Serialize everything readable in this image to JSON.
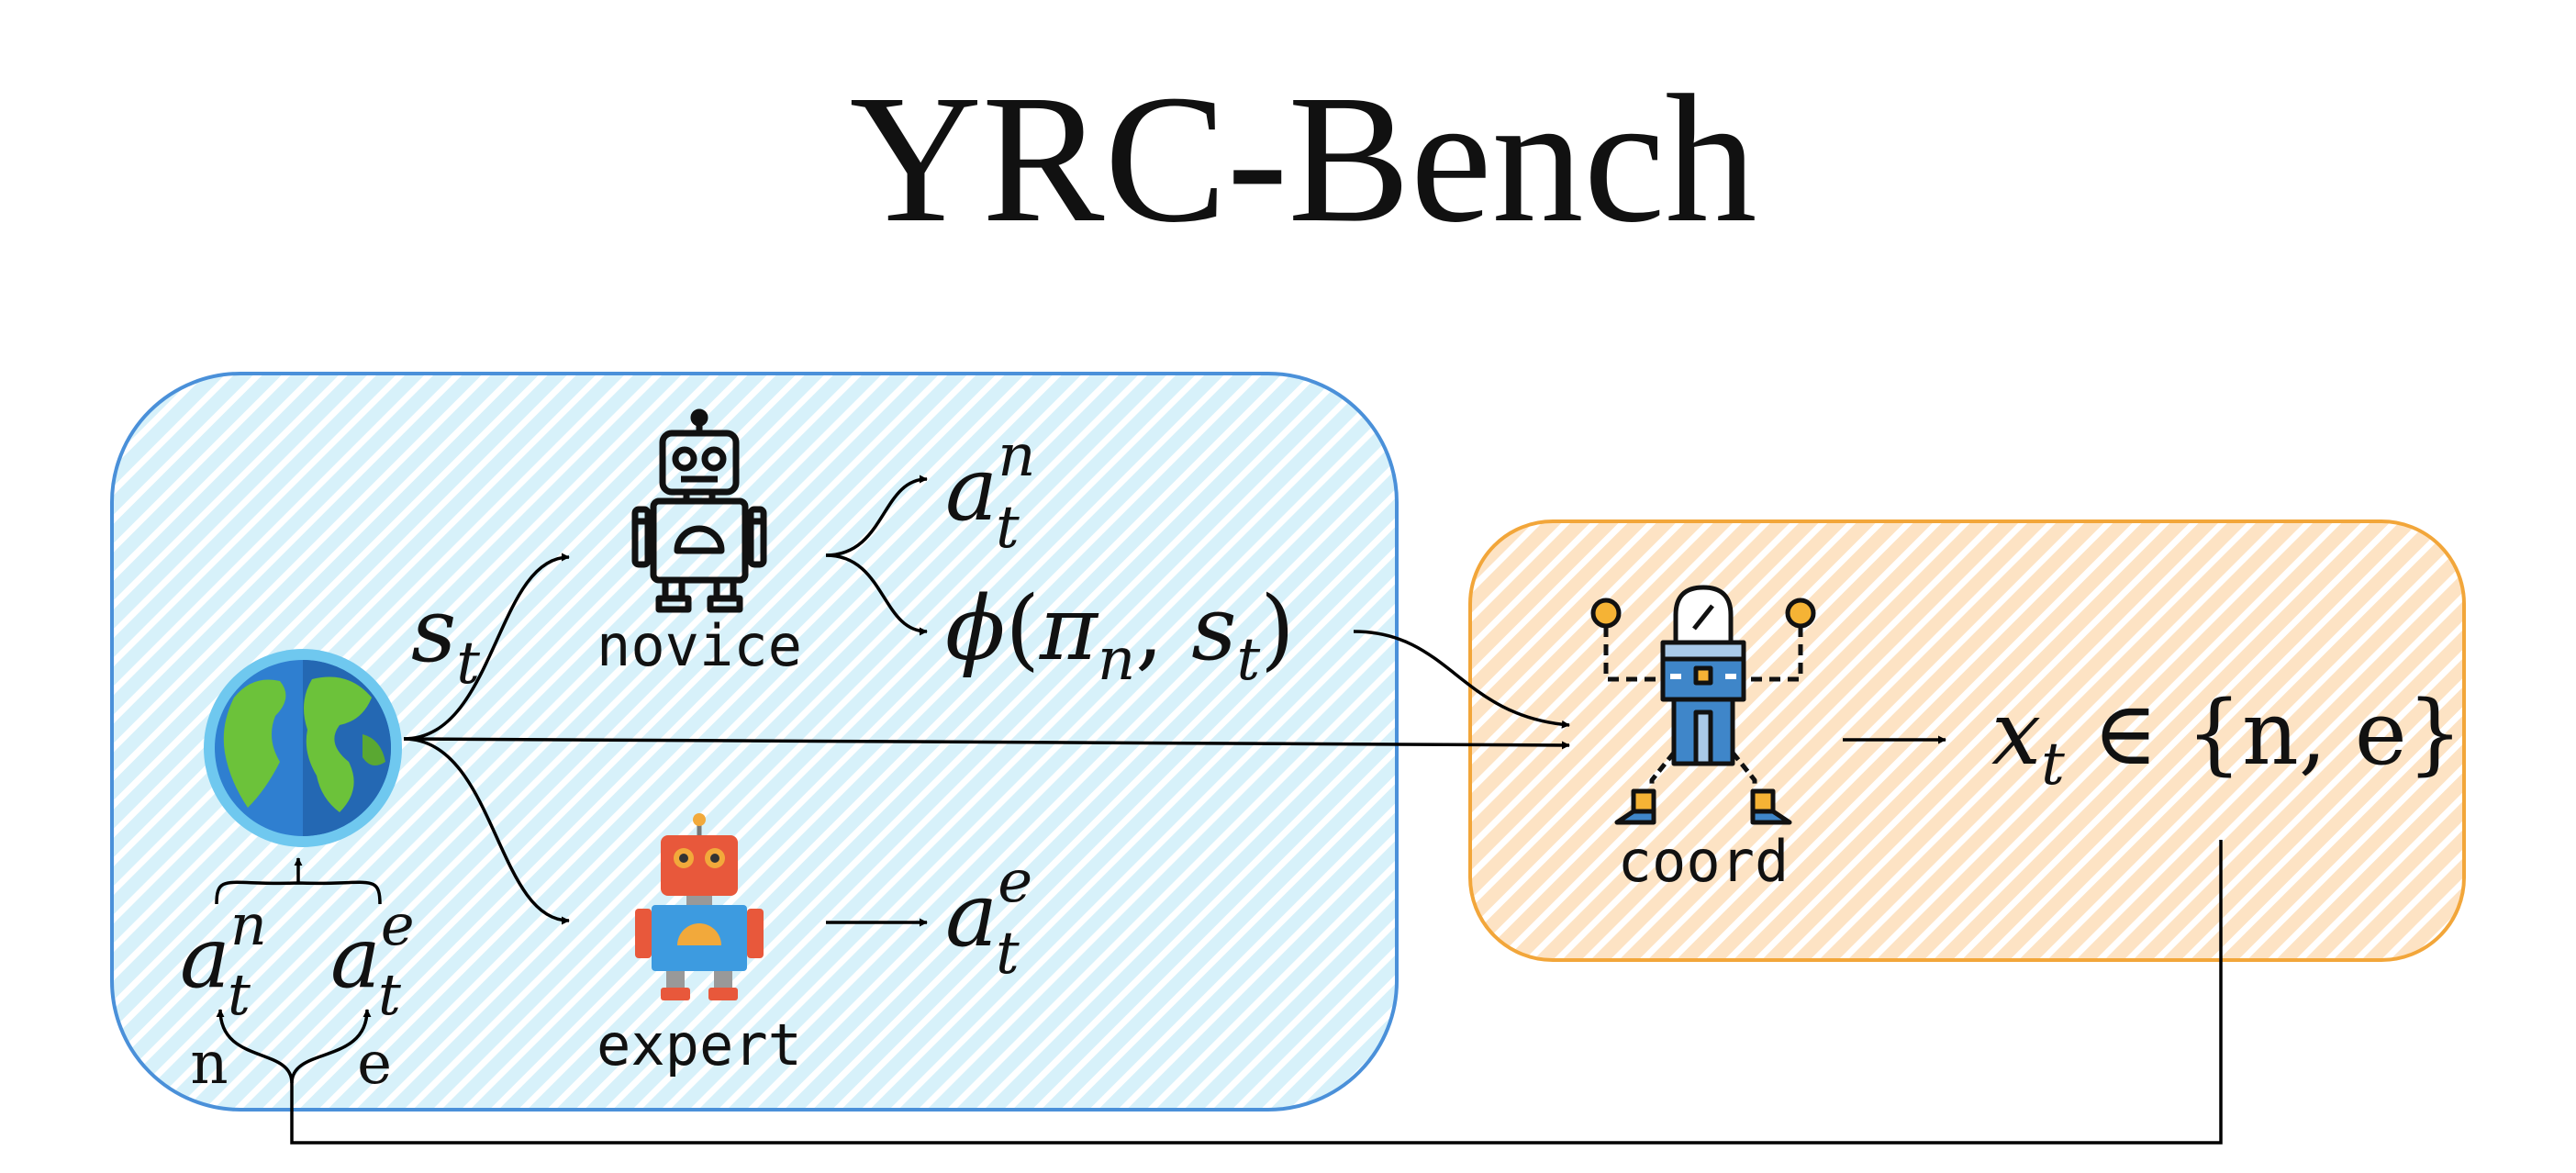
{
  "title": "YRC-Bench",
  "labels": {
    "novice": "novice",
    "expert": "expert",
    "coord": "coord",
    "n": "n",
    "e": "e"
  },
  "math": {
    "state": {
      "base": "s",
      "sub": "t"
    },
    "novice_action": {
      "base": "a",
      "sub": "t",
      "sup": "n"
    },
    "expert_action": {
      "base": "a",
      "sub": "t",
      "sup": "e"
    },
    "feature": {
      "phi": "ϕ",
      "open": "(",
      "pi": "π",
      "pi_sub": "n",
      "comma": ", ",
      "s": "s",
      "s_sub": "t",
      "close": ")"
    },
    "decision": {
      "x": "x",
      "sub": "t",
      "rest": " ∈ {n, e}"
    },
    "env_in_n": {
      "base": "a",
      "sub": "t",
      "sup": "n"
    },
    "env_in_e": {
      "base": "a",
      "sub": "t",
      "sup": "e"
    }
  },
  "colors": {
    "env_border": "#4a90d9",
    "env_fill": "#d7f1fa",
    "env_hatch": "#ffffff",
    "coord_border": "#f2a63a",
    "coord_fill": "#fde3c4",
    "coord_hatch": "#ffffff",
    "arrow": "#000000",
    "earth_ocean": "#2f7fd0",
    "earth_land": "#6cc23a",
    "expert_red": "#e8583b",
    "expert_blue": "#3d9be0",
    "expert_orange": "#f2a93b",
    "coord_blue": "#3f86c9",
    "coord_yellow": "#f5b335"
  },
  "icons": [
    "globe-icon",
    "novice-robot-icon",
    "expert-robot-icon",
    "coordinator-robot-icon"
  ]
}
